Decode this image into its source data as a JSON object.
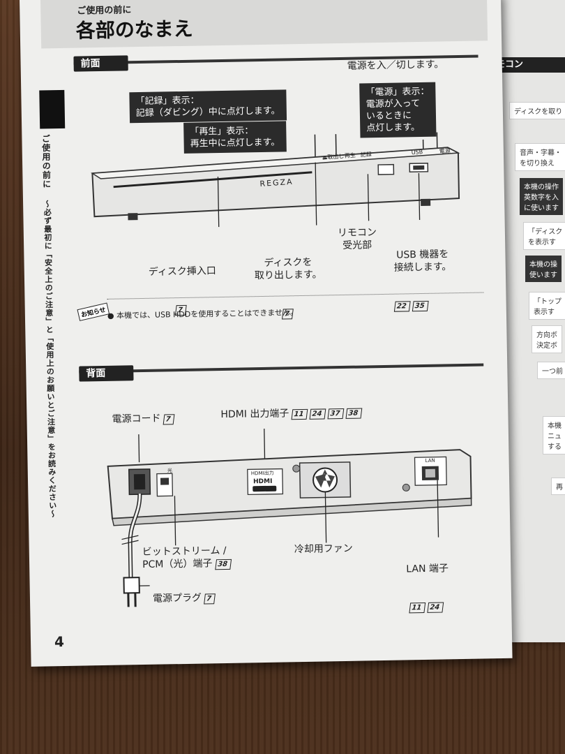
{
  "header": {
    "subtitle": "ご使用の前に",
    "title": "各部のなまえ"
  },
  "front": {
    "section_label": "前面",
    "power_toggle_note": "電源を入／切します。",
    "callouts": {
      "record": "「記録」表示：\n記録（ダビング）中に点灯します。",
      "play": "「再生」表示：\n再生中に点灯します。",
      "power": "「電源」表示：\n電源が入って\nいるときに\n点灯します。"
    },
    "panel_labels": {
      "eject": "⏏取出し",
      "play": "再生",
      "record": "記録",
      "usb": "USB",
      "power": "電源"
    },
    "brand": "REGZA",
    "labels": {
      "disc_slot": "ディスク挿入口",
      "eject": "ディスクを\n取り出します。",
      "remote_sensor": "リモコン\n受光部",
      "usb": "USB 機器を\n接続します。"
    },
    "refs": {
      "disc_slot": [
        "7"
      ],
      "eject": [
        "7"
      ],
      "usb": [
        "22",
        "35"
      ]
    }
  },
  "notice": {
    "badge": "お知らせ",
    "text": "● 本機では、USB HDDを使用することはできません。"
  },
  "rear": {
    "section_label": "背面",
    "labels": {
      "power_cord": "電源コード",
      "hdmi": "HDMI 出力端子",
      "bitstream": "ビットストリーム /\nPCM（光）端子",
      "fan": "冷却用ファン",
      "lan": "LAN 端子",
      "plug": "電源プラグ"
    },
    "refs": {
      "power_cord": [
        "7"
      ],
      "hdmi": [
        "11",
        "24",
        "37",
        "38"
      ],
      "bitstream": [
        "38"
      ],
      "lan": [
        "11",
        "24"
      ],
      "plug": [
        "7"
      ]
    },
    "panel_text": {
      "hdmi_small": "HDMI出力",
      "hdmi_logo": "HDMI",
      "optical": "光",
      "lan": "LAN"
    }
  },
  "sidebar": {
    "chapter": "ご使用の前に",
    "subtitle": "〜必ず最初に「安全上のご注意」と「使用上のお願いとご注意」をお読みください〜"
  },
  "page_number": "4",
  "right_page": {
    "section_label": "リモコン",
    "items": [
      "ディスクを取り",
      "音声・字幕・\nを切り換え",
      "本機の操作\n英数字を入\nに使います",
      "「ディスク\nを表示す",
      "本機の操\n使います",
      "「トップ\n表示す",
      "方向ボ\n決定ボ",
      "一つ前",
      "本機\nニュ\nする",
      "再"
    ]
  }
}
